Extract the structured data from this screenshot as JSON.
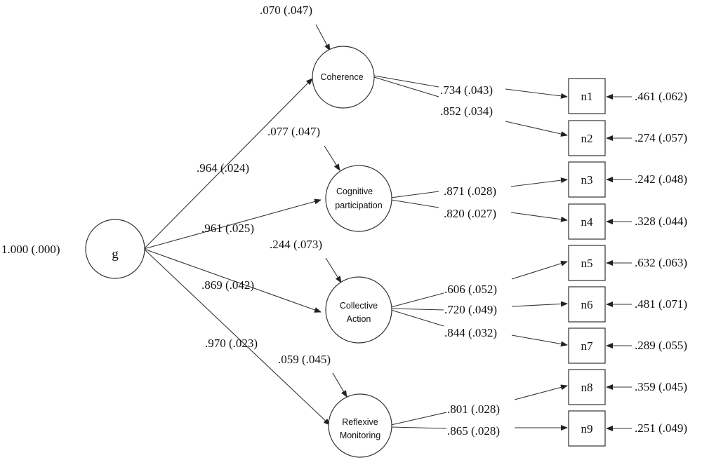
{
  "general_factor": {
    "label": "g",
    "variance": "1.000 (.000)"
  },
  "factors": [
    {
      "id": "coherence",
      "lines": [
        "Coherence"
      ],
      "residual": ".070 (.047)",
      "g_loading": ".964 (.024)"
    },
    {
      "id": "cognitive",
      "lines": [
        "Cognitive",
        "participation"
      ],
      "residual": ".077 (.047)",
      "g_loading": ".961 (.025)"
    },
    {
      "id": "collective",
      "lines": [
        "Collective",
        "Action"
      ],
      "residual": ".244 (.073)",
      "g_loading": ".869 (.042)"
    },
    {
      "id": "reflexive",
      "lines": [
        "Reflexive",
        "Monitoring"
      ],
      "residual": ".059 (.045)",
      "g_loading": ".970 (.023)"
    }
  ],
  "indicators": [
    {
      "label": "n1",
      "factor": "coherence",
      "loading": ".734 (.043)",
      "residual": ".461 (.062)"
    },
    {
      "label": "n2",
      "factor": "coherence",
      "loading": ".852 (.034)",
      "residual": ".274 (.057)"
    },
    {
      "label": "n3",
      "factor": "cognitive",
      "loading": ".871 (.028)",
      "residual": ".242 (.048)"
    },
    {
      "label": "n4",
      "factor": "cognitive",
      "loading": ".820 (.027)",
      "residual": ".328 (.044)"
    },
    {
      "label": "n5",
      "factor": "collective",
      "loading": ".606 (.052)",
      "residual": ".632 (.063)"
    },
    {
      "label": "n6",
      "factor": "collective",
      "loading": ".720 (.049)",
      "residual": ".481 (.071)"
    },
    {
      "label": "n7",
      "factor": "collective",
      "loading": ".844 (.032)",
      "residual": ".289 (.055)"
    },
    {
      "label": "n8",
      "factor": "reflexive",
      "loading": ".801 (.028)",
      "residual": ".359 (.045)"
    },
    {
      "label": "n9",
      "factor": "reflexive",
      "loading": ".865 (.028)",
      "residual": ".251 (.049)"
    }
  ]
}
